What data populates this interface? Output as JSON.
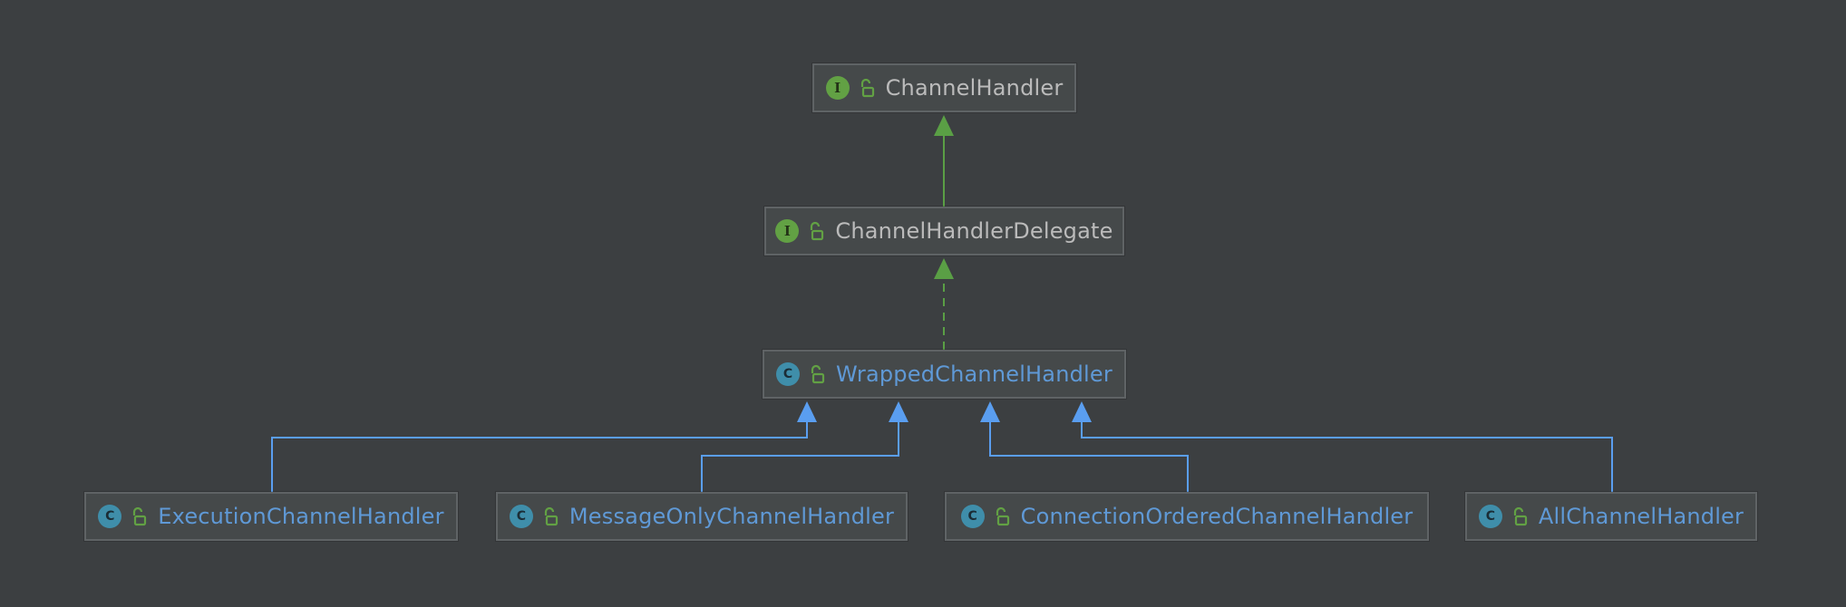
{
  "colors": {
    "background": "#3c3f41",
    "node_border": "#5f6365",
    "node_fill": "#45494a",
    "interface_text": "#bbbbbb",
    "class_text": "#5f99d6",
    "interface_badge": "#62a144",
    "class_badge": "#3f8eaa",
    "lock_icon": "#62a144",
    "implements_edge": "#5a9f45",
    "extends_edge": "#5a9ef0"
  },
  "nodes": {
    "channel_handler": {
      "badge": "I",
      "icon": "unlocked-padlock-icon",
      "label": "ChannelHandler",
      "kind": "interface"
    },
    "channel_handler_delegate": {
      "badge": "I",
      "icon": "unlocked-padlock-icon",
      "label": "ChannelHandlerDelegate",
      "kind": "interface"
    },
    "wrapped_channel_handler": {
      "badge": "C",
      "icon": "unlocked-padlock-icon",
      "label": "WrappedChannelHandler",
      "kind": "class"
    },
    "execution_channel_handler": {
      "badge": "C",
      "icon": "unlocked-padlock-icon",
      "label": "ExecutionChannelHandler",
      "kind": "class"
    },
    "message_only_channel_handler": {
      "badge": "C",
      "icon": "unlocked-padlock-icon",
      "label": "MessageOnlyChannelHandler",
      "kind": "class"
    },
    "connection_ordered_channel_handler": {
      "badge": "C",
      "icon": "unlocked-padlock-icon",
      "label": "ConnectionOrderedChannelHandler",
      "kind": "class"
    },
    "all_channel_handler": {
      "badge": "C",
      "icon": "unlocked-padlock-icon",
      "label": "AllChannelHandler",
      "kind": "class"
    }
  },
  "edges": [
    {
      "from": "channel_handler_delegate",
      "to": "channel_handler",
      "relation": "extends",
      "style": "solid",
      "color": "#5a9f45"
    },
    {
      "from": "wrapped_channel_handler",
      "to": "channel_handler_delegate",
      "relation": "implements",
      "style": "dashed",
      "color": "#5a9f45"
    },
    {
      "from": "execution_channel_handler",
      "to": "wrapped_channel_handler",
      "relation": "extends",
      "style": "solid",
      "color": "#5a9ef0"
    },
    {
      "from": "message_only_channel_handler",
      "to": "wrapped_channel_handler",
      "relation": "extends",
      "style": "solid",
      "color": "#5a9ef0"
    },
    {
      "from": "connection_ordered_channel_handler",
      "to": "wrapped_channel_handler",
      "relation": "extends",
      "style": "solid",
      "color": "#5a9ef0"
    },
    {
      "from": "all_channel_handler",
      "to": "wrapped_channel_handler",
      "relation": "extends",
      "style": "solid",
      "color": "#5a9ef0"
    }
  ]
}
